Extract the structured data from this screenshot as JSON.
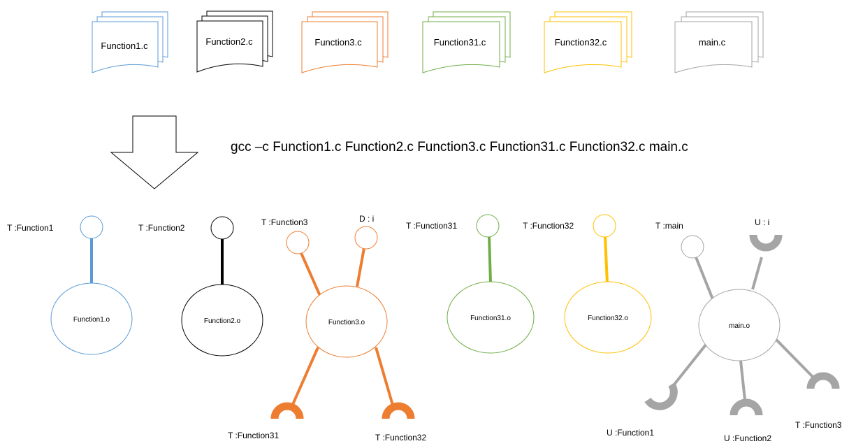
{
  "colors": {
    "function1": "#5b9bd5",
    "function2": "#000000",
    "function3": "#ed7d31",
    "function31": "#70ad47",
    "function32": "#ffc000",
    "main": "#a5a5a5"
  },
  "source_files": {
    "function1": "Function1.c",
    "function2": "Function2.c",
    "function3": "Function3.c",
    "function31": "Function31.c",
    "function32": "Function32.c",
    "main": "main.c"
  },
  "compile_command": "gcc –c  Function1.c  Function2.c  Function3.c  Function31.c  Function32.c  main.c",
  "object_files": {
    "function1": "Function1.o",
    "function2": "Function2.o",
    "function3": "Function3.o",
    "function31": "Function31.o",
    "function32": "Function32.o",
    "main": "main.o"
  },
  "symbols": {
    "f1_t_function1": "T :Function1",
    "f2_t_function2": "T :Function2",
    "f3_t_function3": "T :Function3",
    "f3_d_i": "D : i",
    "f3_u_function31": "T :Function31",
    "f3_u_function32": "T :Function32",
    "f31_t_function31": "T :Function31",
    "f32_t_function32": "T :Function32",
    "main_t_main": "T :main",
    "main_u_i": "U : i",
    "main_u_function1": "U :Function1",
    "main_u_function2": "U :Function2",
    "main_u_function3": "T :Function3"
  }
}
